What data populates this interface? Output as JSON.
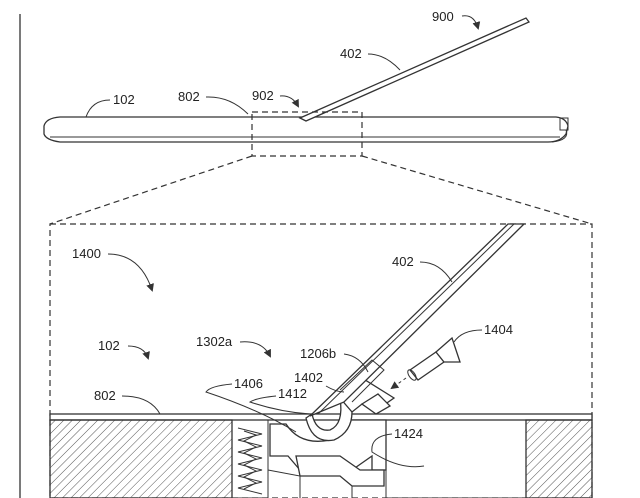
{
  "labels": {
    "fig_900": "900",
    "top_402": "402",
    "top_102": "102",
    "top_802": "802",
    "top_902": "902",
    "det_1400": "1400",
    "det_402": "402",
    "det_102": "102",
    "det_1302a": "1302a",
    "det_1404": "1404",
    "det_1206b": "1206b",
    "det_802": "802",
    "det_1406": "1406",
    "det_1402": "1402",
    "det_1412": "1412",
    "det_1424": "1424"
  },
  "colors": {
    "line": "#333333",
    "background": "#ffffff"
  }
}
